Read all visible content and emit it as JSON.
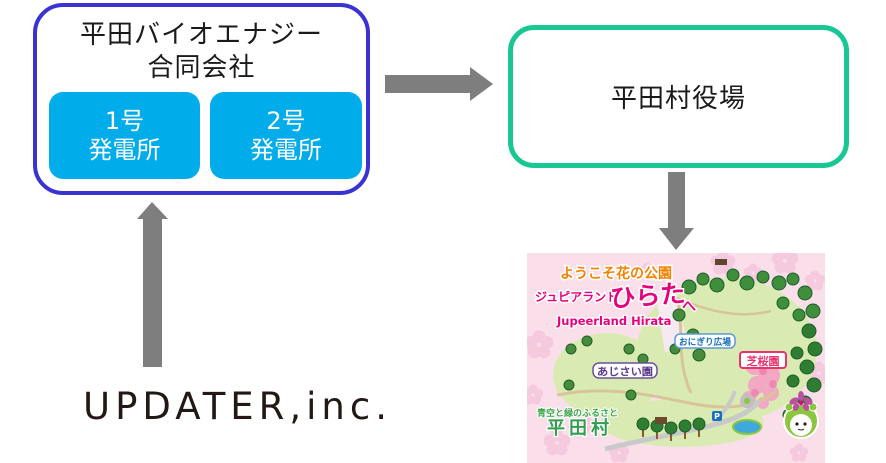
{
  "colors": {
    "company_border_blue": "#3933D4",
    "plant_cyan": "#00ACE9",
    "office_border_green": "#19C795",
    "arrow_gray": "#7E7E7E",
    "logo_ink": "#231815",
    "map_background_pink": "#FADFEA",
    "map_magenta": "#E6007E",
    "map_orange": "#F08300",
    "map_green": "#2F9E4E"
  },
  "company_box": {
    "title_line1": "平田バイオエナジー",
    "title_line2": "合同会社",
    "plants": [
      {
        "name_line1": "1号",
        "name_line2": "発電所"
      },
      {
        "name_line1": "2号",
        "name_line2": "発電所"
      }
    ]
  },
  "office_box": {
    "label": "平田村役場"
  },
  "logo": {
    "text": "UPDATER,inc."
  },
  "park_map": {
    "welcome": "ようこそ花の公園",
    "title_kana": "ジュピアランド",
    "title_main": "ひらた",
    "title_suffix": "へ",
    "title_en": "Jupeerland Hirata",
    "area_labels": {
      "onigiri": "おにぎり広場",
      "shibazakura": "芝桜園",
      "ajisai": "あじさい園"
    },
    "tagline": "青空と緑のふるさと",
    "village_name": "平田村",
    "parking": "P"
  }
}
